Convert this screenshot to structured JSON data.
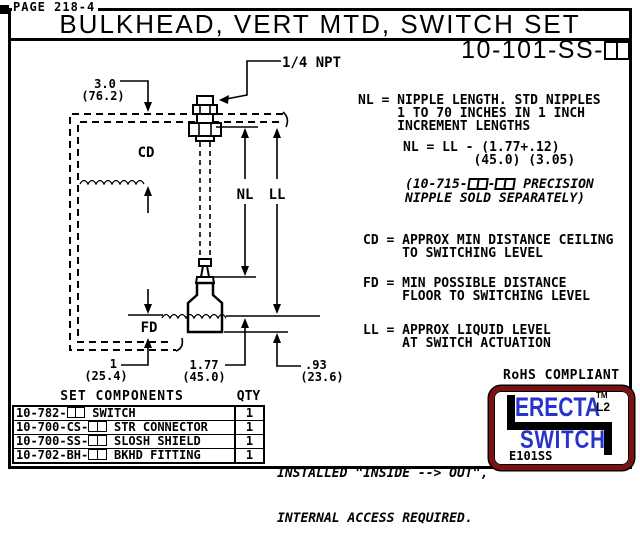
{
  "page": {
    "page_label": "PAGE 218-4",
    "title": "BULKHEAD, VERT MTD, SWITCH SET",
    "part_number_prefix": "10-101-SS-"
  },
  "diagram": {
    "npt_label": "1/4 NPT",
    "cd_label": "CD",
    "nl_label": "NL",
    "ll_label": "LL",
    "fd_label": "FD",
    "dims": {
      "ceiling_clearance_in": "3.0",
      "ceiling_clearance_mm": "(76.2)",
      "floor_offset_in": "1",
      "floor_offset_mm": "(25.4)",
      "switch_length_in": "1.77",
      "switch_length_mm": "(45.0)",
      "actuation_offset_in": ".93",
      "actuation_offset_mm": "(23.6)"
    }
  },
  "notes": {
    "nl_definition": [
      "NL = NIPPLE LENGTH. STD NIPPLES",
      "     1 TO 70 INCHES IN 1 INCH",
      "     INCREMENT LENGTHS"
    ],
    "nl_formula": [
      "NL = LL - (1.77+.12)",
      "         (45.0) (3.05)"
    ],
    "precision_nipple": {
      "pre": "(10-715-",
      "mid": "-",
      "post": " PRECISION",
      "line2": "NIPPLE SOLD SEPARATELY)"
    },
    "cd_definition": [
      "CD = APPROX MIN DISTANCE CEILING",
      "     TO SWITCHING LEVEL"
    ],
    "fd_definition": [
      "FD = MIN POSSIBLE DISTANCE",
      "     FLOOR TO SWITCHING LEVEL"
    ],
    "ll_definition": [
      "LL = APPROX LIQUID LEVEL",
      "     AT SWITCH ACTUATION"
    ],
    "rohs": "RoHS COMPLIANT",
    "install": [
      "INSTALLED \"INSIDE --> OUT\",",
      "INTERNAL ACCESS REQUIRED."
    ]
  },
  "set_components": {
    "header": "SET COMPONENTS",
    "qty_header": "QTY",
    "rows": [
      {
        "part_prefix": "10-782-",
        "name": " SWITCH",
        "qty": "1"
      },
      {
        "part_prefix": "10-700-CS-",
        "name": " STR CONNECTOR",
        "qty": "1"
      },
      {
        "part_prefix": "10-700-SS-",
        "name": " SLOSH SHIELD",
        "qty": "1"
      },
      {
        "part_prefix": "10-702-BH-",
        "name": " BKHD FITTING",
        "qty": "1"
      }
    ]
  },
  "logo": {
    "brand_line1": "ERECTA",
    "brand_line2": "SWITCH",
    "trademark": "TM",
    "model": "L2",
    "code": "E101SS",
    "frame_color": "#7b1113",
    "text_color": "#2633cc"
  },
  "colors": {
    "ink": "#000000",
    "paper": "#ffffff"
  }
}
